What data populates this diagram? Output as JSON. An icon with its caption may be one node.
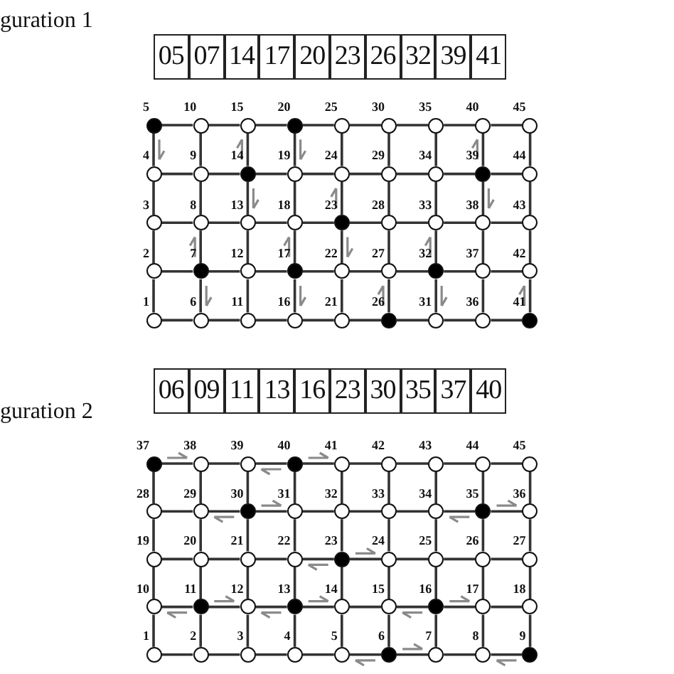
{
  "diagram": {
    "nodes": [
      {
        "text": [
          "05"
        ]
      },
      {
        "text": [
          "07"
        ]
      },
      {
        "text": [
          "14"
        ]
      },
      {
        "text": [
          "17"
        ]
      },
      {
        "text": [
          "20"
        ]
      },
      {
        "text": [
          "23"
        ]
      },
      {
        "text": [
          "26"
        ]
      },
      {
        "text": [
          "32"
        ]
      },
      {
        "text": [
          "39"
        ]
      },
      {
        "text": [
          "41"
        ]
      },
      {
        "text": [],
        "shape": "dot",
        "beside": [
          "5"
        ]
      },
      {
        "text": [],
        "shape": "circle",
        "beside": [
          "10"
        ]
      },
      {
        "text": [],
        "shape": "circle",
        "beside": [
          "15"
        ]
      },
      {
        "text": [],
        "shape": "dot",
        "beside": [
          "20"
        ]
      },
      {
        "text": [],
        "shape": "circle",
        "beside": [
          "25"
        ]
      },
      {
        "text": [],
        "shape": "circle",
        "beside": [
          "30"
        ]
      },
      {
        "text": [],
        "shape": "circle",
        "beside": [
          "35"
        ]
      },
      {
        "text": [],
        "shape": "circle",
        "beside": [
          "40"
        ]
      },
      {
        "text": [],
        "shape": "circle",
        "beside": [
          "45"
        ]
      },
      {
        "text": [],
        "shape": "circle",
        "beside": [
          "4"
        ]
      },
      {
        "text": [],
        "shape": "circle",
        "beside": [
          "9"
        ]
      },
      {
        "text": [],
        "shape": "dot",
        "beside": [
          "14"
        ]
      },
      {
        "text": [],
        "shape": "circle",
        "beside": [
          "19"
        ]
      },
      {
        "text": [],
        "shape": "circle",
        "beside": [
          "24"
        ]
      },
      {
        "text": [],
        "shape": "circle",
        "beside": [
          "29"
        ]
      },
      {
        "text": [],
        "shape": "circle",
        "beside": [
          "34"
        ]
      },
      {
        "text": [],
        "shape": "dot",
        "beside": [
          "39"
        ]
      },
      {
        "text": [],
        "shape": "circle",
        "beside": [
          "44"
        ]
      },
      {
        "text": [],
        "shape": "circle",
        "beside": [
          "3"
        ]
      },
      {
        "text": [],
        "shape": "circle",
        "beside": [
          "8"
        ]
      },
      {
        "text": [],
        "shape": "circle",
        "beside": [
          "13"
        ]
      },
      {
        "text": [],
        "shape": "circle",
        "beside": [
          "18"
        ]
      },
      {
        "text": [],
        "shape": "dot",
        "beside": [
          "23"
        ]
      },
      {
        "text": [],
        "shape": "circle",
        "beside": [
          "28"
        ]
      },
      {
        "text": [],
        "shape": "circle",
        "beside": [
          "33"
        ]
      },
      {
        "text": [],
        "shape": "circle",
        "beside": [
          "38"
        ]
      },
      {
        "text": [],
        "shape": "circle",
        "beside": [
          "43"
        ]
      },
      {
        "text": [],
        "shape": "circle",
        "beside": [
          "2"
        ]
      },
      {
        "text": [],
        "shape": "dot",
        "beside": [
          "7"
        ]
      },
      {
        "text": [],
        "shape": "circle",
        "beside": [
          "12"
        ]
      },
      {
        "text": [],
        "shape": "dot",
        "beside": [
          "17"
        ]
      },
      {
        "text": [],
        "shape": "circle",
        "beside": [
          "22"
        ]
      },
      {
        "text": [],
        "shape": "circle",
        "beside": [
          "27"
        ]
      },
      {
        "text": [],
        "shape": "dot",
        "beside": [
          "32"
        ]
      },
      {
        "text": [],
        "shape": "circle",
        "beside": [
          "37"
        ]
      },
      {
        "text": [],
        "shape": "circle",
        "beside": [
          "42"
        ]
      },
      {
        "text": [],
        "shape": "circle",
        "beside": [
          "1"
        ]
      },
      {
        "text": [],
        "shape": "circle",
        "beside": [
          "6"
        ]
      },
      {
        "text": [],
        "shape": "circle",
        "beside": [
          "11"
        ]
      },
      {
        "text": [],
        "shape": "circle",
        "beside": [
          "16"
        ]
      },
      {
        "text": [],
        "shape": "circle",
        "beside": [
          "21"
        ]
      },
      {
        "text": [],
        "shape": "dot",
        "beside": [
          "26"
        ]
      },
      {
        "text": [],
        "shape": "circle",
        "beside": [
          "31"
        ]
      },
      {
        "text": [],
        "shape": "circle",
        "beside": [
          "36"
        ]
      },
      {
        "text": [],
        "shape": "dot",
        "beside": [
          "41"
        ]
      },
      {
        "text": [
          "06"
        ]
      },
      {
        "text": [
          "09"
        ]
      },
      {
        "text": [
          "11"
        ]
      },
      {
        "text": [
          "13"
        ]
      },
      {
        "text": [
          "16"
        ]
      },
      {
        "text": [
          "23"
        ]
      },
      {
        "text": [
          "30"
        ]
      },
      {
        "text": [
          "35"
        ]
      },
      {
        "text": [
          "37"
        ]
      },
      {
        "text": [
          "40"
        ]
      },
      {
        "text": [],
        "shape": "dot",
        "beside": [
          "37"
        ]
      },
      {
        "text": [],
        "shape": "circle",
        "beside": [
          "38"
        ]
      },
      {
        "text": [],
        "shape": "circle",
        "beside": [
          "39"
        ]
      },
      {
        "text": [],
        "shape": "dot",
        "beside": [
          "40"
        ]
      },
      {
        "text": [],
        "shape": "circle",
        "beside": [
          "41"
        ]
      },
      {
        "text": [],
        "shape": "circle",
        "beside": [
          "42"
        ]
      },
      {
        "text": [],
        "shape": "circle",
        "beside": [
          "43"
        ]
      },
      {
        "text": [],
        "shape": "circle",
        "beside": [
          "44"
        ]
      },
      {
        "text": [],
        "shape": "circle",
        "beside": [
          "45"
        ]
      },
      {
        "text": [],
        "shape": "circle",
        "beside": [
          "28"
        ]
      },
      {
        "text": [],
        "shape": "circle",
        "beside": [
          "29"
        ]
      },
      {
        "text": [],
        "shape": "dot",
        "beside": [
          "30"
        ]
      },
      {
        "text": [],
        "shape": "circle",
        "beside": [
          "31"
        ]
      },
      {
        "text": [],
        "shape": "circle",
        "beside": [
          "32"
        ]
      },
      {
        "text": [],
        "shape": "circle",
        "beside": [
          "33"
        ]
      },
      {
        "text": [],
        "shape": "circle",
        "beside": [
          "34"
        ]
      },
      {
        "text": [],
        "shape": "dot",
        "beside": [
          "35"
        ]
      },
      {
        "text": [],
        "shape": "circle",
        "beside": [
          "36"
        ]
      },
      {
        "text": [],
        "shape": "circle",
        "beside": [
          "19"
        ]
      },
      {
        "text": [],
        "shape": "circle",
        "beside": [
          "20"
        ]
      },
      {
        "text": [],
        "shape": "circle",
        "beside": [
          "21"
        ]
      },
      {
        "text": [],
        "shape": "circle",
        "beside": [
          "22"
        ]
      },
      {
        "text": [],
        "shape": "dot",
        "beside": [
          "23"
        ]
      },
      {
        "text": [],
        "shape": "circle",
        "beside": [
          "24"
        ]
      },
      {
        "text": [],
        "shape": "circle",
        "beside": [
          "25"
        ]
      },
      {
        "text": [],
        "shape": "circle",
        "beside": [
          "26"
        ]
      },
      {
        "text": [],
        "shape": "circle",
        "beside": [
          "27"
        ]
      },
      {
        "text": [],
        "shape": "circle",
        "beside": [
          "10"
        ]
      },
      {
        "text": [],
        "shape": "dot",
        "beside": [
          "11"
        ]
      },
      {
        "text": [],
        "shape": "circle",
        "beside": [
          "12"
        ]
      },
      {
        "text": [],
        "shape": "dot",
        "beside": [
          "13"
        ]
      },
      {
        "text": [],
        "shape": "circle",
        "beside": [
          "14"
        ]
      },
      {
        "text": [],
        "shape": "circle",
        "beside": [
          "15"
        ]
      },
      {
        "text": [],
        "shape": "dot",
        "beside": [
          "16"
        ]
      },
      {
        "text": [],
        "shape": "circle",
        "beside": [
          "17"
        ]
      },
      {
        "text": [],
        "shape": "circle",
        "beside": [
          "18"
        ]
      },
      {
        "text": [],
        "shape": "circle",
        "beside": [
          "1"
        ]
      },
      {
        "text": [],
        "shape": "circle",
        "beside": [
          "2"
        ]
      },
      {
        "text": [],
        "shape": "circle",
        "beside": [
          "3"
        ]
      },
      {
        "text": [],
        "shape": "circle",
        "beside": [
          "4"
        ]
      },
      {
        "text": [],
        "shape": "circle",
        "beside": [
          "5"
        ]
      },
      {
        "text": [],
        "shape": "dot",
        "beside": [
          "6"
        ]
      },
      {
        "text": [],
        "shape": "circle",
        "beside": [
          "7"
        ]
      },
      {
        "text": [],
        "shape": "circle",
        "beside": [
          "8"
        ]
      },
      {
        "text": [],
        "shape": "dot",
        "beside": [
          "9"
        ]
      }
    ],
    "edges": [
      {
        "from": 10,
        "to": 11,
        "arrow": "none"
      },
      {
        "from": 11,
        "to": 12,
        "arrow": "none"
      },
      {
        "from": 12,
        "to": 13,
        "arrow": "none"
      },
      {
        "from": 13,
        "to": 14,
        "arrow": "none"
      },
      {
        "from": 14,
        "to": 15,
        "arrow": "none"
      },
      {
        "from": 15,
        "to": 16,
        "arrow": "none"
      },
      {
        "from": 16,
        "to": 17,
        "arrow": "none"
      },
      {
        "from": 17,
        "to": 18,
        "arrow": "none"
      },
      {
        "from": 19,
        "to": 20,
        "arrow": "none"
      },
      {
        "from": 20,
        "to": 21,
        "arrow": "none"
      },
      {
        "from": 21,
        "to": 22,
        "arrow": "none"
      },
      {
        "from": 22,
        "to": 23,
        "arrow": "none"
      },
      {
        "from": 23,
        "to": 24,
        "arrow": "none"
      },
      {
        "from": 24,
        "to": 25,
        "arrow": "none"
      },
      {
        "from": 25,
        "to": 26,
        "arrow": "none"
      },
      {
        "from": 26,
        "to": 27,
        "arrow": "none"
      },
      {
        "from": 28,
        "to": 29,
        "arrow": "none"
      },
      {
        "from": 29,
        "to": 30,
        "arrow": "none"
      },
      {
        "from": 30,
        "to": 31,
        "arrow": "none"
      },
      {
        "from": 31,
        "to": 32,
        "arrow": "none"
      },
      {
        "from": 32,
        "to": 33,
        "arrow": "none"
      },
      {
        "from": 33,
        "to": 34,
        "arrow": "none"
      },
      {
        "from": 34,
        "to": 35,
        "arrow": "none"
      },
      {
        "from": 35,
        "to": 36,
        "arrow": "none"
      },
      {
        "from": 37,
        "to": 38,
        "arrow": "none"
      },
      {
        "from": 38,
        "to": 39,
        "arrow": "none"
      },
      {
        "from": 39,
        "to": 40,
        "arrow": "none"
      },
      {
        "from": 40,
        "to": 41,
        "arrow": "none"
      },
      {
        "from": 41,
        "to": 42,
        "arrow": "none"
      },
      {
        "from": 42,
        "to": 43,
        "arrow": "none"
      },
      {
        "from": 43,
        "to": 44,
        "arrow": "none"
      },
      {
        "from": 44,
        "to": 45,
        "arrow": "none"
      },
      {
        "from": 46,
        "to": 47,
        "arrow": "none"
      },
      {
        "from": 47,
        "to": 48,
        "arrow": "none"
      },
      {
        "from": 48,
        "to": 49,
        "arrow": "none"
      },
      {
        "from": 49,
        "to": 50,
        "arrow": "none"
      },
      {
        "from": 50,
        "to": 51,
        "arrow": "none"
      },
      {
        "from": 51,
        "to": 52,
        "arrow": "none"
      },
      {
        "from": 52,
        "to": 53,
        "arrow": "none"
      },
      {
        "from": 53,
        "to": 54,
        "arrow": "none"
      },
      {
        "from": 10,
        "to": 19,
        "arrow": "none"
      },
      {
        "from": 11,
        "to": 20,
        "arrow": "none"
      },
      {
        "from": 12,
        "to": 21,
        "arrow": "none"
      },
      {
        "from": 13,
        "to": 22,
        "arrow": "none"
      },
      {
        "from": 14,
        "to": 23,
        "arrow": "none"
      },
      {
        "from": 15,
        "to": 24,
        "arrow": "none"
      },
      {
        "from": 16,
        "to": 25,
        "arrow": "none"
      },
      {
        "from": 17,
        "to": 26,
        "arrow": "none"
      },
      {
        "from": 18,
        "to": 27,
        "arrow": "none"
      },
      {
        "from": 19,
        "to": 28,
        "arrow": "none"
      },
      {
        "from": 20,
        "to": 29,
        "arrow": "none"
      },
      {
        "from": 21,
        "to": 30,
        "arrow": "none"
      },
      {
        "from": 22,
        "to": 31,
        "arrow": "none"
      },
      {
        "from": 23,
        "to": 32,
        "arrow": "none"
      },
      {
        "from": 24,
        "to": 33,
        "arrow": "none"
      },
      {
        "from": 25,
        "to": 34,
        "arrow": "none"
      },
      {
        "from": 26,
        "to": 35,
        "arrow": "none"
      },
      {
        "from": 27,
        "to": 36,
        "arrow": "none"
      },
      {
        "from": 28,
        "to": 37,
        "arrow": "none"
      },
      {
        "from": 29,
        "to": 38,
        "arrow": "none"
      },
      {
        "from": 30,
        "to": 39,
        "arrow": "none"
      },
      {
        "from": 31,
        "to": 40,
        "arrow": "none"
      },
      {
        "from": 32,
        "to": 41,
        "arrow": "none"
      },
      {
        "from": 33,
        "to": 42,
        "arrow": "none"
      },
      {
        "from": 34,
        "to": 43,
        "arrow": "none"
      },
      {
        "from": 35,
        "to": 44,
        "arrow": "none"
      },
      {
        "from": 36,
        "to": 45,
        "arrow": "none"
      },
      {
        "from": 37,
        "to": 46,
        "arrow": "none"
      },
      {
        "from": 38,
        "to": 47,
        "arrow": "none"
      },
      {
        "from": 39,
        "to": 48,
        "arrow": "none"
      },
      {
        "from": 40,
        "to": 49,
        "arrow": "none"
      },
      {
        "from": 41,
        "to": 50,
        "arrow": "none"
      },
      {
        "from": 42,
        "to": 51,
        "arrow": "none"
      },
      {
        "from": 43,
        "to": 52,
        "arrow": "none"
      },
      {
        "from": 44,
        "to": 53,
        "arrow": "none"
      },
      {
        "from": 45,
        "to": 54,
        "arrow": "none"
      },
      {
        "from": 65,
        "to": 66,
        "arrow": "none"
      },
      {
        "from": 66,
        "to": 67,
        "arrow": "none"
      },
      {
        "from": 67,
        "to": 68,
        "arrow": "none"
      },
      {
        "from": 68,
        "to": 69,
        "arrow": "none"
      },
      {
        "from": 69,
        "to": 70,
        "arrow": "none"
      },
      {
        "from": 70,
        "to": 71,
        "arrow": "none"
      },
      {
        "from": 71,
        "to": 72,
        "arrow": "none"
      },
      {
        "from": 72,
        "to": 73,
        "arrow": "none"
      },
      {
        "from": 74,
        "to": 75,
        "arrow": "none"
      },
      {
        "from": 75,
        "to": 76,
        "arrow": "none"
      },
      {
        "from": 76,
        "to": 77,
        "arrow": "none"
      },
      {
        "from": 77,
        "to": 78,
        "arrow": "none"
      },
      {
        "from": 78,
        "to": 79,
        "arrow": "none"
      },
      {
        "from": 79,
        "to": 80,
        "arrow": "none"
      },
      {
        "from": 80,
        "to": 81,
        "arrow": "none"
      },
      {
        "from": 81,
        "to": 82,
        "arrow": "none"
      },
      {
        "from": 83,
        "to": 84,
        "arrow": "none"
      },
      {
        "from": 84,
        "to": 85,
        "arrow": "none"
      },
      {
        "from": 85,
        "to": 86,
        "arrow": "none"
      },
      {
        "from": 86,
        "to": 87,
        "arrow": "none"
      },
      {
        "from": 87,
        "to": 88,
        "arrow": "none"
      },
      {
        "from": 88,
        "to": 89,
        "arrow": "none"
      },
      {
        "from": 89,
        "to": 90,
        "arrow": "none"
      },
      {
        "from": 90,
        "to": 91,
        "arrow": "none"
      },
      {
        "from": 92,
        "to": 93,
        "arrow": "none"
      },
      {
        "from": 93,
        "to": 94,
        "arrow": "none"
      },
      {
        "from": 94,
        "to": 95,
        "arrow": "none"
      },
      {
        "from": 95,
        "to": 96,
        "arrow": "none"
      },
      {
        "from": 96,
        "to": 97,
        "arrow": "none"
      },
      {
        "from": 97,
        "to": 98,
        "arrow": "none"
      },
      {
        "from": 98,
        "to": 99,
        "arrow": "none"
      },
      {
        "from": 99,
        "to": 100,
        "arrow": "none"
      },
      {
        "from": 101,
        "to": 102,
        "arrow": "none"
      },
      {
        "from": 102,
        "to": 103,
        "arrow": "none"
      },
      {
        "from": 103,
        "to": 104,
        "arrow": "none"
      },
      {
        "from": 104,
        "to": 105,
        "arrow": "none"
      },
      {
        "from": 105,
        "to": 106,
        "arrow": "none"
      },
      {
        "from": 106,
        "to": 107,
        "arrow": "none"
      },
      {
        "from": 107,
        "to": 108,
        "arrow": "none"
      },
      {
        "from": 108,
        "to": 109,
        "arrow": "none"
      },
      {
        "from": 65,
        "to": 74,
        "arrow": "none"
      },
      {
        "from": 66,
        "to": 75,
        "arrow": "none"
      },
      {
        "from": 67,
        "to": 76,
        "arrow": "none"
      },
      {
        "from": 68,
        "to": 77,
        "arrow": "none"
      },
      {
        "from": 69,
        "to": 78,
        "arrow": "none"
      },
      {
        "from": 70,
        "to": 79,
        "arrow": "none"
      },
      {
        "from": 71,
        "to": 80,
        "arrow": "none"
      },
      {
        "from": 72,
        "to": 81,
        "arrow": "none"
      },
      {
        "from": 73,
        "to": 82,
        "arrow": "none"
      },
      {
        "from": 74,
        "to": 83,
        "arrow": "none"
      },
      {
        "from": 75,
        "to": 84,
        "arrow": "none"
      },
      {
        "from": 76,
        "to": 85,
        "arrow": "none"
      },
      {
        "from": 77,
        "to": 86,
        "arrow": "none"
      },
      {
        "from": 78,
        "to": 87,
        "arrow": "none"
      },
      {
        "from": 79,
        "to": 88,
        "arrow": "none"
      },
      {
        "from": 80,
        "to": 89,
        "arrow": "none"
      },
      {
        "from": 81,
        "to": 90,
        "arrow": "none"
      },
      {
        "from": 82,
        "to": 91,
        "arrow": "none"
      },
      {
        "from": 83,
        "to": 92,
        "arrow": "none"
      },
      {
        "from": 84,
        "to": 93,
        "arrow": "none"
      },
      {
        "from": 85,
        "to": 94,
        "arrow": "none"
      },
      {
        "from": 86,
        "to": 95,
        "arrow": "none"
      },
      {
        "from": 87,
        "to": 96,
        "arrow": "none"
      },
      {
        "from": 88,
        "to": 97,
        "arrow": "none"
      },
      {
        "from": 89,
        "to": 98,
        "arrow": "none"
      },
      {
        "from": 90,
        "to": 99,
        "arrow": "none"
      },
      {
        "from": 91,
        "to": 100,
        "arrow": "none"
      },
      {
        "from": 92,
        "to": 101,
        "arrow": "none"
      },
      {
        "from": 93,
        "to": 102,
        "arrow": "none"
      },
      {
        "from": 94,
        "to": 103,
        "arrow": "none"
      },
      {
        "from": 95,
        "to": 104,
        "arrow": "none"
      },
      {
        "from": 96,
        "to": 105,
        "arrow": "none"
      },
      {
        "from": 97,
        "to": 106,
        "arrow": "none"
      },
      {
        "from": 98,
        "to": 107,
        "arrow": "none"
      },
      {
        "from": 99,
        "to": 108,
        "arrow": "none"
      },
      {
        "from": 100,
        "to": 109,
        "arrow": "none"
      }
    ],
    "labels": [
      "guration 1",
      "guration 2"
    ]
  }
}
